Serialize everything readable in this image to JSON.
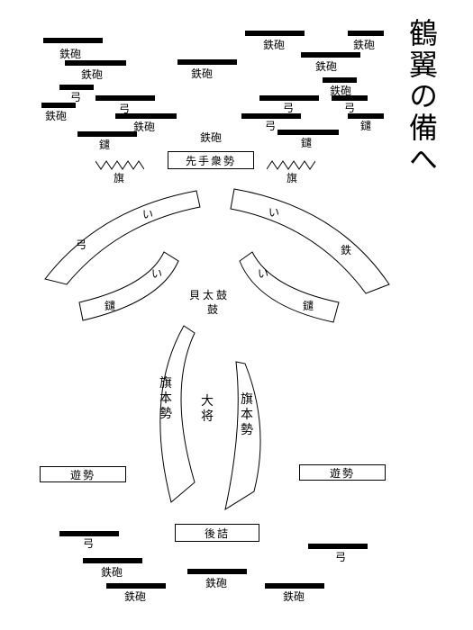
{
  "title": "鶴翼の備へ",
  "gun": "鉄砲",
  "bow": "弓",
  "spear": "鑓",
  "flag": "旗",
  "vanguard": "先手衆勢",
  "center": {
    "line1": "貝太鼓",
    "line2": "鼓"
  },
  "general": "大将",
  "main_troop": "旗本勢",
  "reserve": "遊勢",
  "rear": "後詰",
  "arc_marks": {
    "left_outer_top": "い",
    "left_outer_end": "弓",
    "left_inner_top": "い",
    "left_inner_end": "鑓",
    "right_outer_top": "い",
    "right_outer_end": "鉄",
    "right_inner_top": "い",
    "right_inner_end": "鑓"
  }
}
